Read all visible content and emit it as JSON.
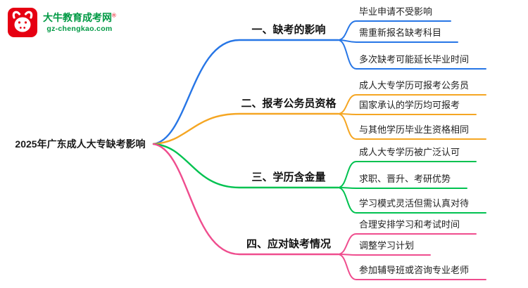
{
  "logo": {
    "site_name": "大牛教育成考网",
    "registered": "®",
    "site_url": "gz-chengkao.com"
  },
  "root_label": "2025年广东成人大专缺考影响",
  "branches": [
    {
      "label": "一、缺考的影响",
      "color": "#2776e6",
      "children": [
        "毕业申请不受影响",
        "需重新报名缺考科目",
        "多次缺考可能延长毕业时间"
      ]
    },
    {
      "label": "二、报考公务员资格",
      "color": "#f5a623",
      "children": [
        "成人大专学历可报考公务员",
        "国家承认的学历均可报考",
        "与其他学历毕业生资格相同"
      ]
    },
    {
      "label": "三、学历含金量",
      "color": "#00c250",
      "children": [
        "成人大专学历被广泛认可",
        "求职、晋升、考研优势",
        "学习模式灵活但需认真对待"
      ]
    },
    {
      "label": "四、应对缺考情况",
      "color": "#ef4d8e",
      "children": [
        "合理安排学习和考试时间",
        "调整学习计划",
        "参加辅导班或咨询专业老师"
      ]
    }
  ],
  "colors": {
    "background": "#ffffff",
    "root_text": "#1a1a1a",
    "logo_red": "#e60012",
    "logo_green": "#009944"
  }
}
